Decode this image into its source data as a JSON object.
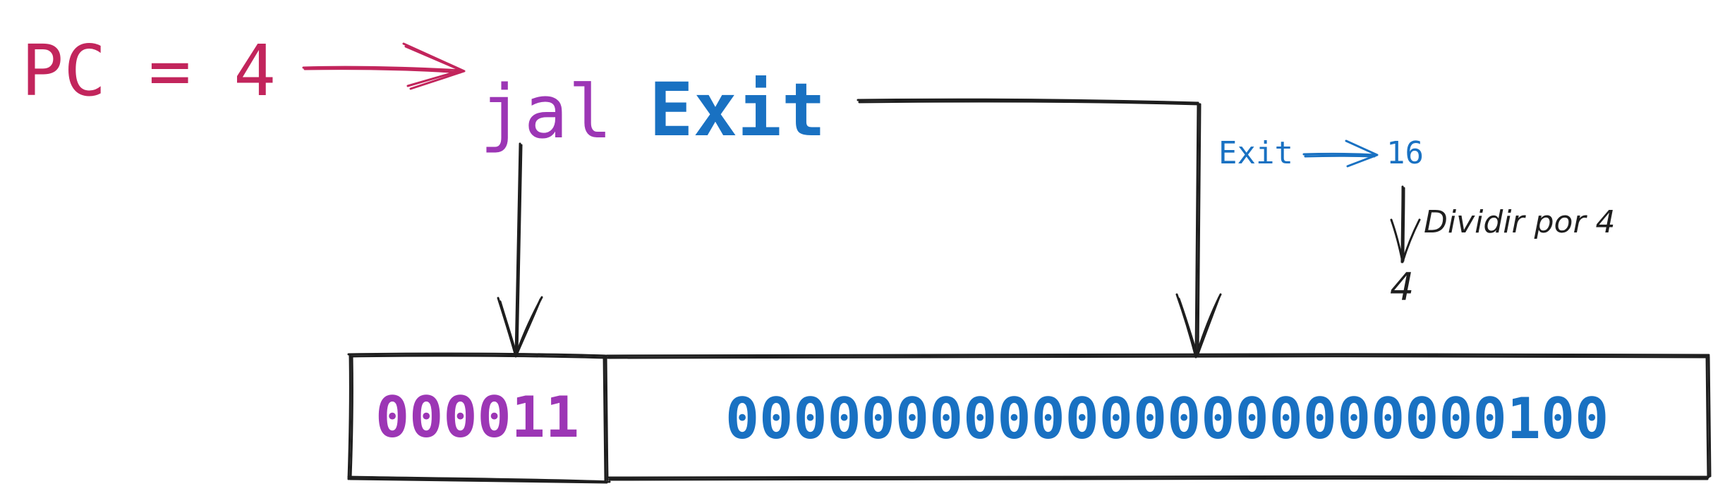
{
  "pc_label": "PC = 4",
  "instruction": {
    "mnemonic": "jal",
    "target": "Exit"
  },
  "resolution": {
    "label": "Exit",
    "value": "16",
    "operation_note": "Dividir por 4",
    "result": "4"
  },
  "encoding": {
    "opcode": "000011",
    "address": "00000000000000000000000100"
  },
  "colors": {
    "pc": "#c2255c",
    "opcode": "#9c36b5",
    "address": "#1971c2",
    "stroke": "#1e1e1e"
  }
}
